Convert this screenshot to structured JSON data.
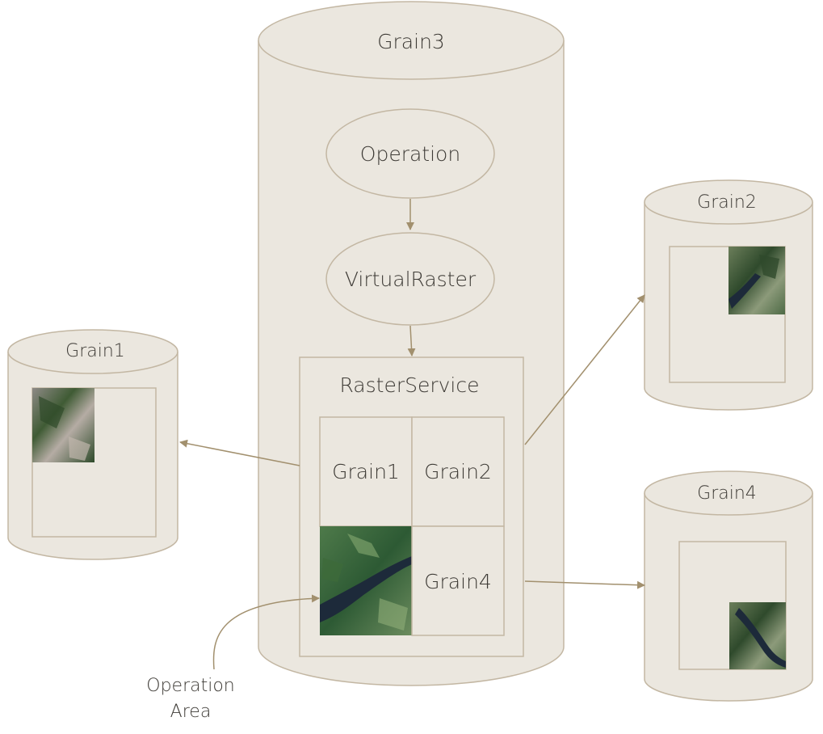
{
  "outer_cylinder_label": "Grain3",
  "operation_label": "Operation",
  "virtualraster_label": "VirtualRaster",
  "rasterservice_label": "RasterService",
  "cells": {
    "grain1": "Grain1",
    "grain2": "Grain2",
    "grain4": "Grain4"
  },
  "side_cylinders": {
    "grain1": "Grain1",
    "grain2": "Grain2",
    "grain4": "Grain4"
  },
  "annotation": {
    "line1": "Operation",
    "line2": "Area"
  },
  "colors": {
    "fill": "#ebe7df",
    "stroke": "#c3b7a3",
    "arrow": "#a2906e",
    "text": "#3d3a35"
  }
}
